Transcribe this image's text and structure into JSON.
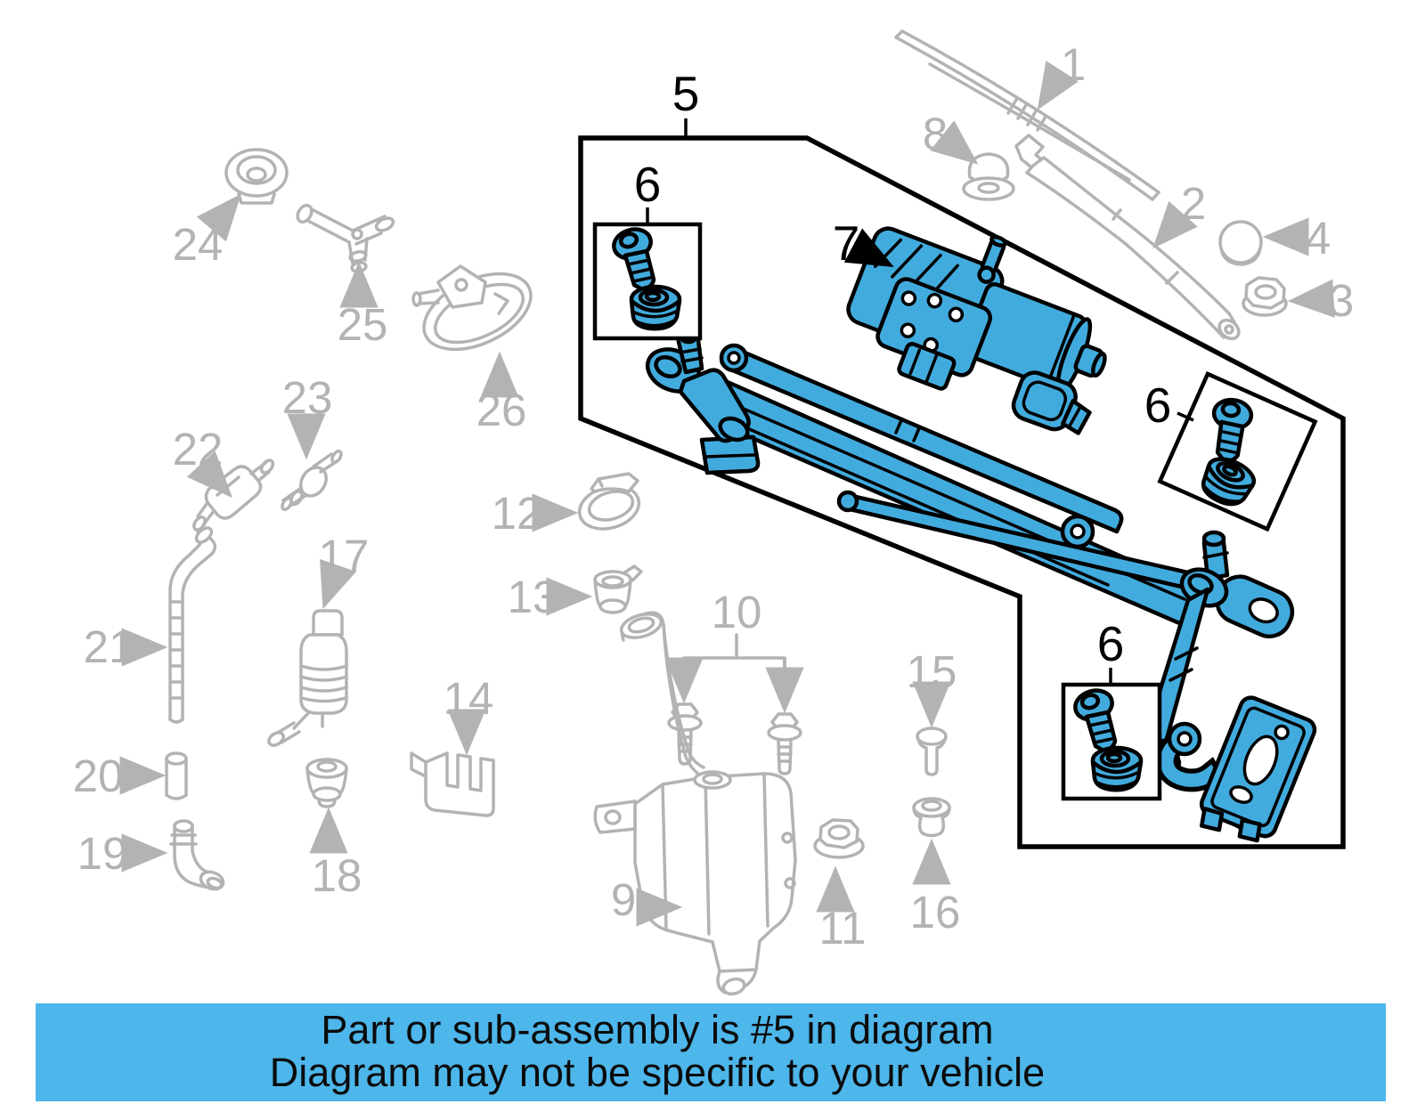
{
  "banner": {
    "line1": "Part or sub-assembly is #5 in diagram",
    "line2": "Diagram may not be specific to your vehicle"
  },
  "colors": {
    "banner_bg": "#4db6ea",
    "highlight_fill": "#42abdd",
    "gray_line": "#b3b3b3",
    "outline": "#000000",
    "box_fill": "#ffffff"
  },
  "callouts": {
    "c1": "1",
    "c2": "2",
    "c3": "3",
    "c4": "4",
    "c5": "5",
    "c6_top": "6",
    "c6_right": "6",
    "c6_bottom": "6",
    "c7": "7",
    "c8": "8",
    "c9": "9",
    "c10": "10",
    "c11": "11",
    "c12": "12",
    "c13": "13",
    "c14": "14",
    "c15": "15",
    "c16": "16",
    "c17": "17",
    "c18": "18",
    "c19": "19",
    "c20": "20",
    "c21": "21",
    "c22": "22",
    "c23": "23",
    "c24": "24",
    "c25": "25",
    "c26": "26"
  }
}
